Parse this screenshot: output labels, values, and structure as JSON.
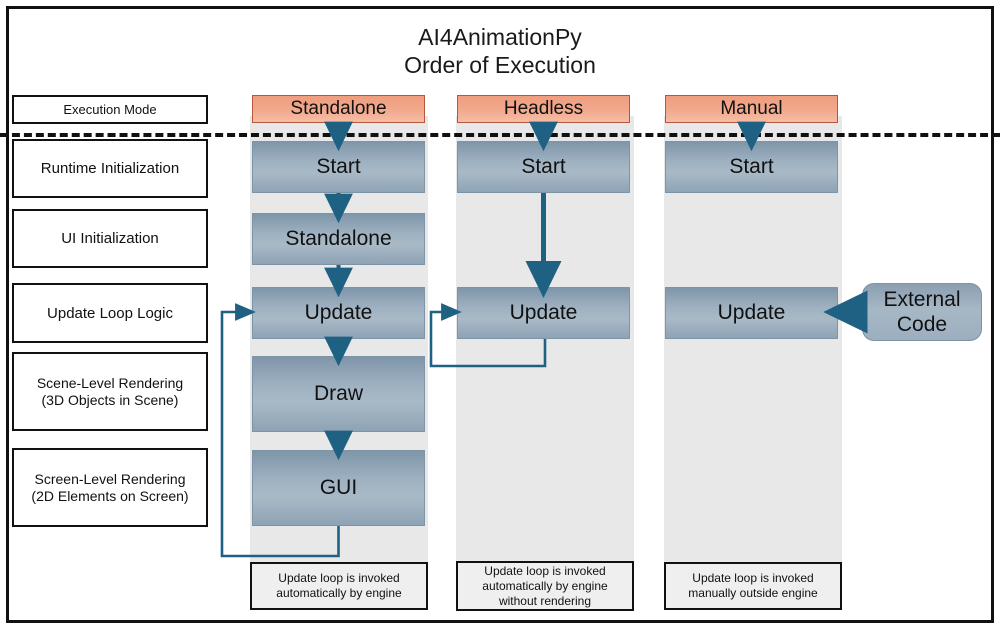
{
  "title": {
    "line1": "AI4AnimationPy",
    "line2": "Order of Execution"
  },
  "colors": {
    "mode_header_fill": "#f2a98d",
    "mode_header_border": "#b5593c",
    "stage_fill": "#a0b2c1",
    "stage_border": "#7d93a6",
    "arrow": "#1f6183",
    "column_strip": "#e8e8e8",
    "frame_border": "#111111",
    "note_fill": "#efefef"
  },
  "row_labels": [
    {
      "line1": "Execution Mode",
      "line2": ""
    },
    {
      "line1": "Runtime Initialization",
      "line2": ""
    },
    {
      "line1": "UI Initialization",
      "line2": ""
    },
    {
      "line1": "Update Loop Logic",
      "line2": ""
    },
    {
      "line1": "Scene-Level Rendering",
      "line2": "(3D Objects in Scene)"
    },
    {
      "line1": "Screen-Level Rendering",
      "line2": "(2D Elements on Screen)"
    }
  ],
  "columns": [
    {
      "mode": "Standalone",
      "stages": [
        {
          "label": "Start"
        },
        {
          "label": "Standalone"
        },
        {
          "label": "Update"
        },
        {
          "label": "Draw"
        },
        {
          "label": "GUI"
        }
      ],
      "note": {
        "line1": "Update loop is invoked",
        "line2": "automatically by engine",
        "line3": ""
      }
    },
    {
      "mode": "Headless",
      "stages": [
        {
          "label": "Start"
        },
        {
          "label": "Update"
        }
      ],
      "note": {
        "line1": "Update loop is invoked",
        "line2": "automatically by engine",
        "line3": "without rendering"
      }
    },
    {
      "mode": "Manual",
      "stages": [
        {
          "label": "Start"
        },
        {
          "label": "Update"
        }
      ],
      "note": {
        "line1": "Update loop is invoked",
        "line2": "manually outside engine",
        "line3": ""
      }
    }
  ],
  "external": {
    "line1": "External",
    "line2": "Code"
  }
}
